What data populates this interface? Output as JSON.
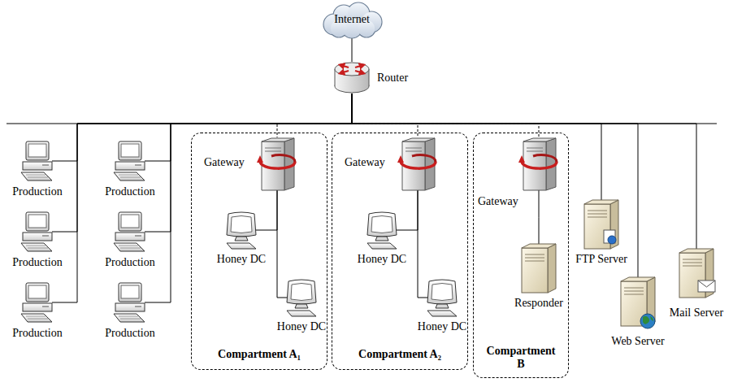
{
  "diagram": {
    "nodes": [
      {
        "text": [
          "Internet"
        ]
      },
      {
        "text": [
          "Router"
        ]
      },
      {
        "text": [
          "Production"
        ]
      },
      {
        "text": [
          "Production"
        ]
      },
      {
        "text": [
          "Production"
        ]
      },
      {
        "text": [
          "Production"
        ]
      },
      {
        "text": [
          "Production"
        ]
      },
      {
        "text": [
          "Production"
        ]
      },
      {
        "text": [
          "Compartment A₁"
        ]
      },
      {
        "text": [
          "Gateway"
        ],
        "in": 8
      },
      {
        "text": [
          "Honey DC"
        ],
        "in": 8
      },
      {
        "text": [
          "Honey DC"
        ],
        "in": 8
      },
      {
        "text": [
          "Compartment A₂"
        ]
      },
      {
        "text": [
          "Gateway"
        ],
        "in": 12
      },
      {
        "text": [
          "Honey DC"
        ],
        "in": 12
      },
      {
        "text": [
          "Honey DC"
        ],
        "in": 12
      },
      {
        "text": [
          "Compartment B"
        ]
      },
      {
        "text": [
          "Gateway"
        ],
        "in": 16
      },
      {
        "text": [
          "Responder"
        ],
        "in": 16
      },
      {
        "text": [
          "FTP Server"
        ]
      },
      {
        "text": [
          "Web Server"
        ]
      },
      {
        "text": [
          "Mail Server"
        ]
      }
    ],
    "edges": [
      {
        "from": 0,
        "to": 1,
        "arrow": "none"
      },
      {
        "from": 1,
        "to": 2,
        "arrow": "none"
      },
      {
        "from": 1,
        "to": 3,
        "arrow": "none"
      },
      {
        "from": 1,
        "to": 4,
        "arrow": "none"
      },
      {
        "from": 1,
        "to": 5,
        "arrow": "none"
      },
      {
        "from": 1,
        "to": 6,
        "arrow": "none"
      },
      {
        "from": 1,
        "to": 7,
        "arrow": "none"
      },
      {
        "from": 1,
        "to": 9,
        "arrow": "none"
      },
      {
        "from": 9,
        "to": 10,
        "arrow": "none"
      },
      {
        "from": 9,
        "to": 11,
        "arrow": "none"
      },
      {
        "from": 1,
        "to": 13,
        "arrow": "none"
      },
      {
        "from": 13,
        "to": 14,
        "arrow": "none"
      },
      {
        "from": 13,
        "to": 15,
        "arrow": "none"
      },
      {
        "from": 1,
        "to": 17,
        "arrow": "none"
      },
      {
        "from": 17,
        "to": 18,
        "arrow": "none"
      },
      {
        "from": 1,
        "to": 19,
        "arrow": "none"
      },
      {
        "from": 1,
        "to": 20,
        "arrow": "none"
      },
      {
        "from": 1,
        "to": 21,
        "arrow": "none"
      }
    ]
  }
}
